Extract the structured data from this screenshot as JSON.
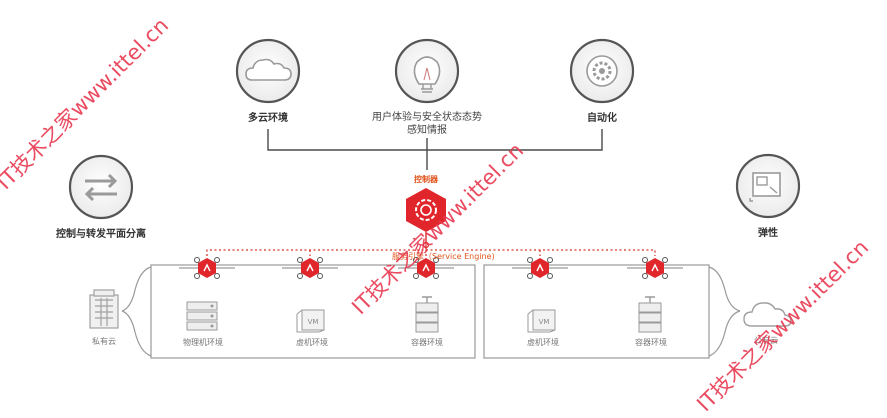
{
  "top_items": [
    {
      "label": "多云环境",
      "icon": "cloud-icon"
    },
    {
      "label": "用户体验与安全状态态势",
      "label2": "感知情报",
      "icon": "lightbulb-icon"
    },
    {
      "label": "自动化",
      "icon": "automation-gears-icon"
    }
  ],
  "left_item": {
    "label": "控制与转发平面分离",
    "icon": "arrows-exchange-icon"
  },
  "right_item": {
    "label": "弹性",
    "icon": "elastic-window-icon"
  },
  "controller": {
    "label": "控制器",
    "icon": "gear-controller-icon"
  },
  "service_engine_label": "服务引擎（Service Engine)",
  "private_cloud": {
    "label": "私有云",
    "icon": "building-icon"
  },
  "public_cloud": {
    "label": "公有云",
    "icon": "cloud-outline-icon"
  },
  "env_left": [
    {
      "label": "物理机环境",
      "icon": "server-stack-icon"
    },
    {
      "label": "虚机环境",
      "icon": "vm-icon",
      "badge": "VM"
    },
    {
      "label": "容器环境",
      "icon": "container-icon"
    }
  ],
  "env_right": [
    {
      "label": "虚机环境",
      "icon": "vm-icon",
      "badge": "VM"
    },
    {
      "label": "容器环境",
      "icon": "container-icon"
    }
  ],
  "watermarks": [
    "IT技术之家www.ittel.cn",
    "IT技术之家www.ittel.cn",
    "IT技术之家www.ittel.cn"
  ],
  "colors": {
    "accent": "#e0262b",
    "line": "#4a4a4a",
    "dotted": "#d9362b",
    "icon_gray": "#9a9a9a"
  }
}
